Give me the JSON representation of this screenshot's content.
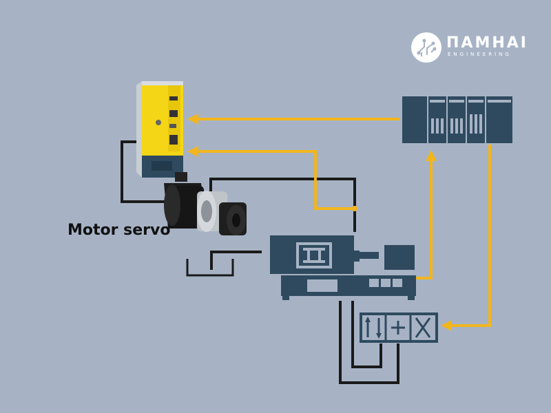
{
  "labels": {
    "motor": "Motor servo"
  },
  "logo": {
    "name": "ΠAMHAI",
    "subtitle": "ENGINEERING",
    "icon": "circuit-head-icon"
  },
  "colors": {
    "background": "#a7b3c5",
    "signal_line": "#f2b51c",
    "power_line": "#1a1a1a",
    "equipment": "#2f4a5e",
    "drive_accent": "#f4d616"
  },
  "components": [
    "servo-drive",
    "servo-motor",
    "plc-controller",
    "injection-machine",
    "directional-valve",
    "reservoir"
  ]
}
